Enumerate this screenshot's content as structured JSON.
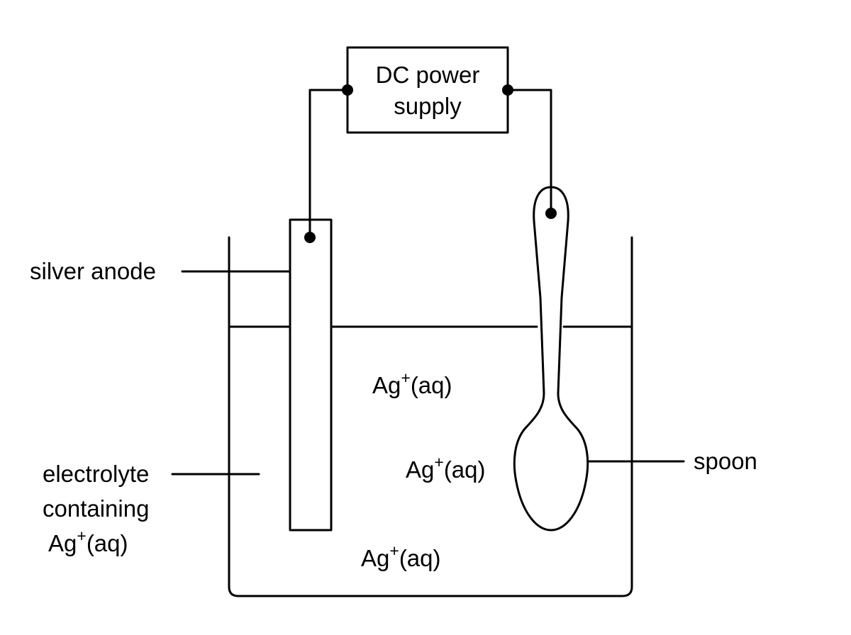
{
  "power_supply": {
    "line1": "DC power",
    "line2": "supply"
  },
  "labels": {
    "silver_anode": "silver anode",
    "electrolyte_line1": "electrolyte",
    "electrolyte_line2": "containing",
    "electrolyte_line3_base": "Ag",
    "electrolyte_line3_sup": "+",
    "electrolyte_line3_tail": "(aq)",
    "spoon": "spoon"
  },
  "ions": [
    {
      "base": "Ag",
      "sup": "+",
      "tail": "(aq)"
    },
    {
      "base": "Ag",
      "sup": "+",
      "tail": "(aq)"
    },
    {
      "base": "Ag",
      "sup": "+",
      "tail": "(aq)"
    }
  ]
}
